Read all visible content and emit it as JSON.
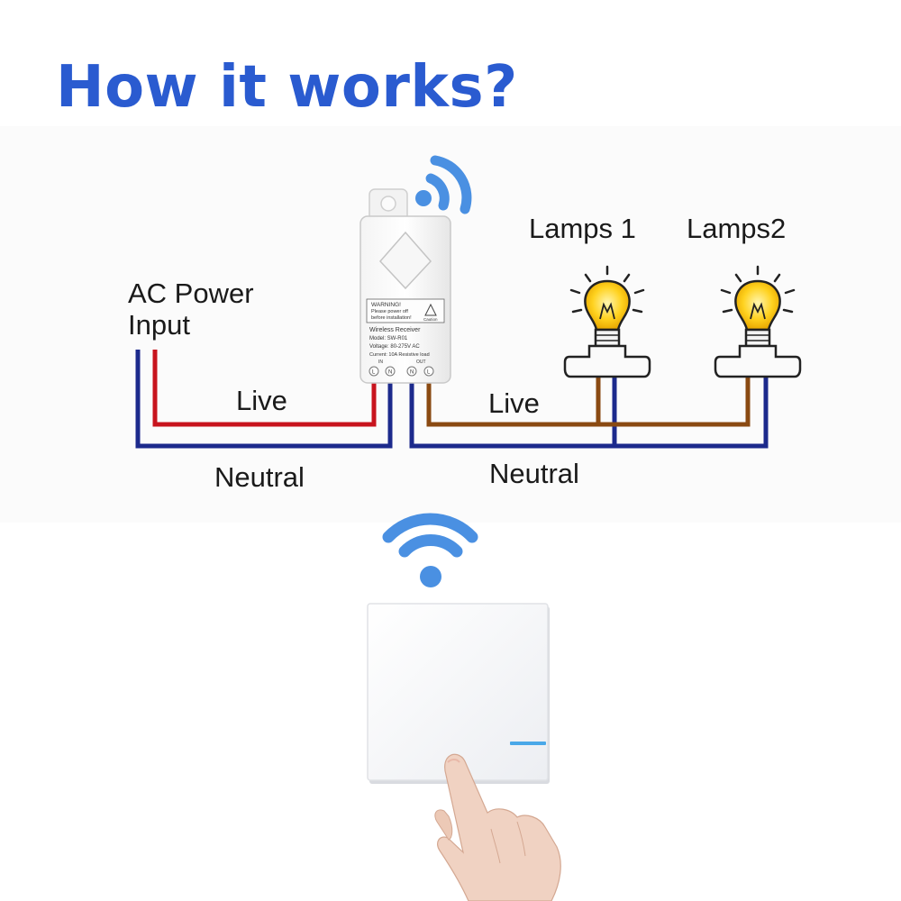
{
  "title": "How it works?",
  "colors": {
    "title": "#2a5bd0",
    "wire_live_input": "#c8141e",
    "wire_neutral": "#1c2a8c",
    "wire_live_output": "#8a4a12",
    "signal": "#4a90e2"
  },
  "labels": {
    "ac_power_line1": "AC Power",
    "ac_power_line2": "Input",
    "live_left": "Live",
    "live_right": "Live",
    "neutral_left": "Neutral",
    "neutral_right": "Neutral",
    "lamp1": "Lamps 1",
    "lamp2": "Lamps2"
  },
  "receiver": {
    "warning_title": "WARNING!",
    "warning_line1": "Please power off",
    "warning_line2": "before installation!",
    "caution": "Caution",
    "name": "Wireless Receiver",
    "model": "Model: SW-R01",
    "voltage": "Voltage: 80-275V AC",
    "current": "Current: 10A Resistive load",
    "in_label": "IN",
    "out_label": "OUT",
    "terminals": [
      "L",
      "N",
      "N",
      "L"
    ]
  },
  "icons": {
    "signal": "wifi-signal-icon",
    "lamp": "light-bulb-icon",
    "hand": "pointing-hand-icon",
    "switch": "wall-switch-panel"
  }
}
